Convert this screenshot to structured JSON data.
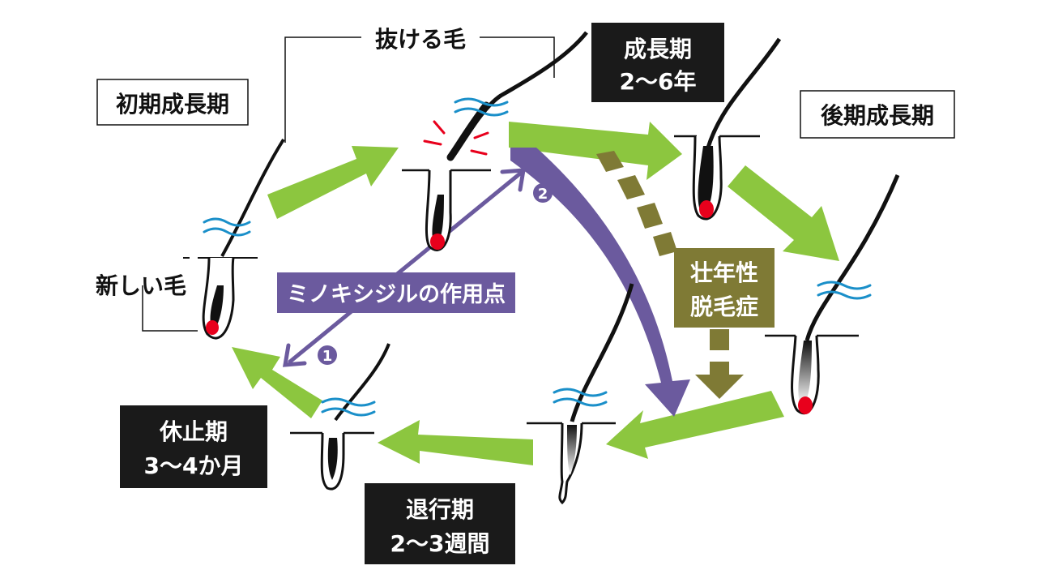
{
  "labels": {
    "shedding_hair": "抜ける毛",
    "new_hair": "新しい毛",
    "early_anagen": "初期成長期",
    "anagen_line1": "成長期",
    "anagen_line2": "2～6年",
    "late_anagen": "後期成長期",
    "telogen_line1": "休止期",
    "telogen_line2": "3～4か月",
    "catagen_line1": "退行期",
    "catagen_line2": "2～3週間",
    "aga_line1": "壮年性",
    "aga_line2": "脱毛症",
    "minoxidil": "ミノキシジルの作用点",
    "marker_1": "1",
    "marker_2": "2"
  },
  "colors": {
    "green_arrow": "#8cc63f",
    "purple_arrow": "#6b5a9e",
    "olive_arrow": "#7f7a35",
    "dark_box": "#1a1a1a",
    "hair": "#111111",
    "bulb_red": "#e8001c",
    "wave_blue": "#1a8fc9"
  }
}
